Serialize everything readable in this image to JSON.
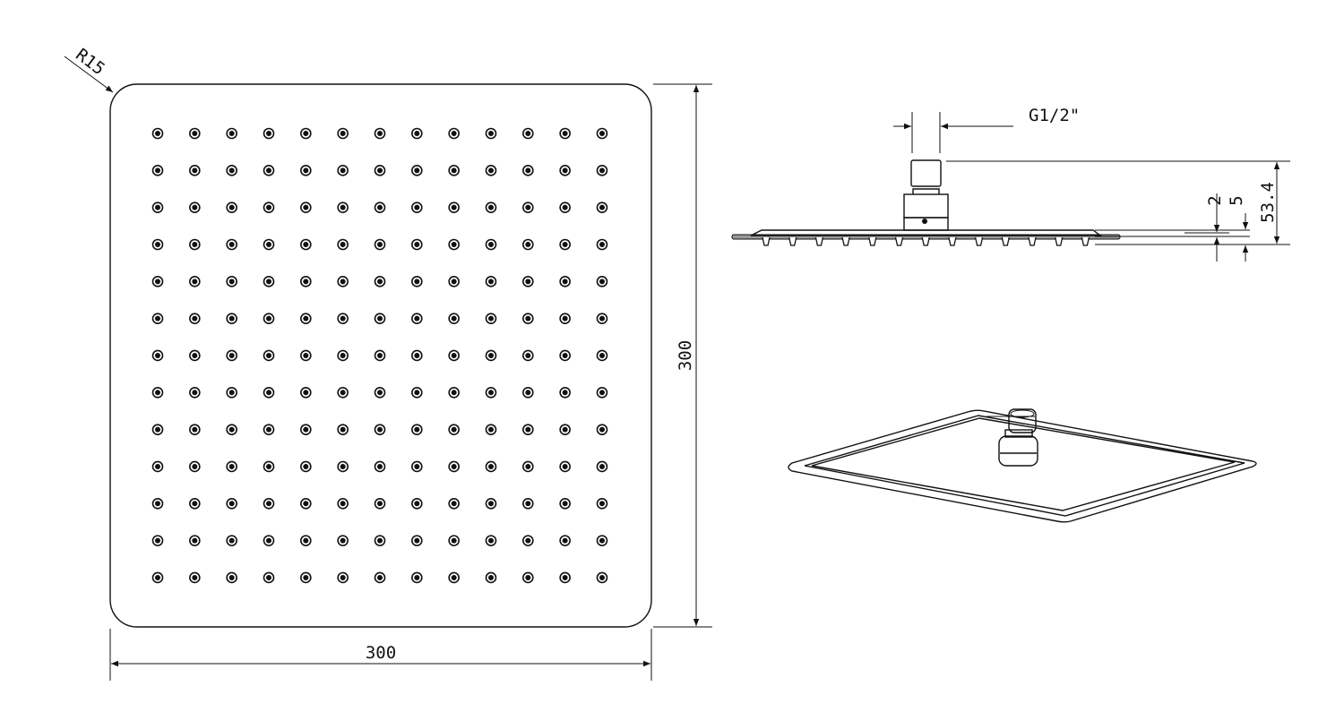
{
  "drawing": {
    "front_view": {
      "width_label": "300",
      "height_label": "300",
      "radius_label": "R15",
      "nozzle_rows": 13,
      "nozzle_cols": 13
    },
    "side_view": {
      "thread_label": "G1/2\"",
      "height_label": "53.4",
      "plate_label": "2",
      "nozzle_label": "5",
      "nozzle_count": 13
    },
    "color": "#111111"
  }
}
